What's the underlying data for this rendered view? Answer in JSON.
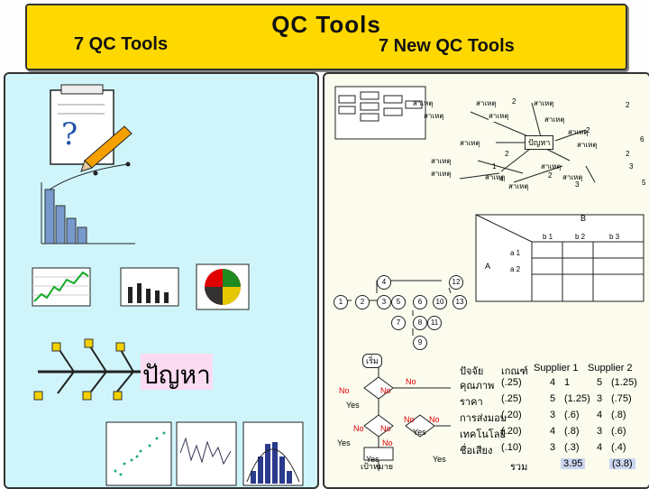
{
  "slide": {
    "title": "QC Tools",
    "left_heading": "7 QC Tools",
    "right_heading": "7 New QC Tools"
  },
  "fishbone": {
    "problem_label": "ปัญหา"
  },
  "matrix": {
    "col_header": "B",
    "row_header": "A",
    "cols": [
      "b 1",
      "b 2",
      "b 3"
    ],
    "rows": [
      "a 1",
      "a 2"
    ]
  },
  "arrow_nodes": [
    "1",
    "2",
    "3",
    "4",
    "5",
    "6",
    "7",
    "8",
    "9",
    "10",
    "11",
    "12",
    "13"
  ],
  "flow": {
    "start": "เริ่ม",
    "end": "เป้าหมาย",
    "yes": "Yes",
    "no": "No"
  },
  "relation": {
    "center": "ปัญหา",
    "nodes": [
      "สาเหตุ",
      "สาเหตุ",
      "สาเหตุ",
      "สาเหตุ",
      "สาเหตุ",
      "สาเหตุ",
      "สาเหตุ",
      "สาเหตุ",
      "สาเหตุ",
      "สาเหตุ",
      "สาเหตุ",
      "สาเหตุ",
      "สาเหตุ",
      "สาเหตุ",
      "สาเหตุ"
    ],
    "numbers": [
      "2",
      "2",
      "2",
      "6",
      "2",
      "2",
      "3",
      "1",
      "4",
      "2",
      "3",
      "5"
    ]
  },
  "prioritization": {
    "headers": [
      "ปัจจัย",
      "เกณฑ์",
      "Supplier 1",
      "Supplier 2"
    ],
    "rows": [
      [
        "คุณภาพ",
        "(.25)",
        "4",
        "1",
        "5",
        "(1.25)"
      ],
      [
        "ราคา",
        "(.25)",
        "5",
        "(1.25)",
        "3",
        "(.75)"
      ],
      [
        "การส่งมอบ",
        "(.20)",
        "3",
        "(.6)",
        "4",
        "(.8)"
      ],
      [
        "เทคโนโลยี",
        "(.20)",
        "4",
        "(.8)",
        "3",
        "(.6)"
      ],
      [
        "ชื่อเสียง",
        "(.10)",
        "3",
        "(.3)",
        "4",
        "(.4)"
      ]
    ],
    "total_label": "รวม",
    "totals": [
      "3.95",
      "(3.8)"
    ]
  },
  "colors": {
    "banner": "#ffd800",
    "left_panel": "#cff5fb",
    "right_panel": "#fbfbee",
    "accent_red": "#e00000"
  }
}
